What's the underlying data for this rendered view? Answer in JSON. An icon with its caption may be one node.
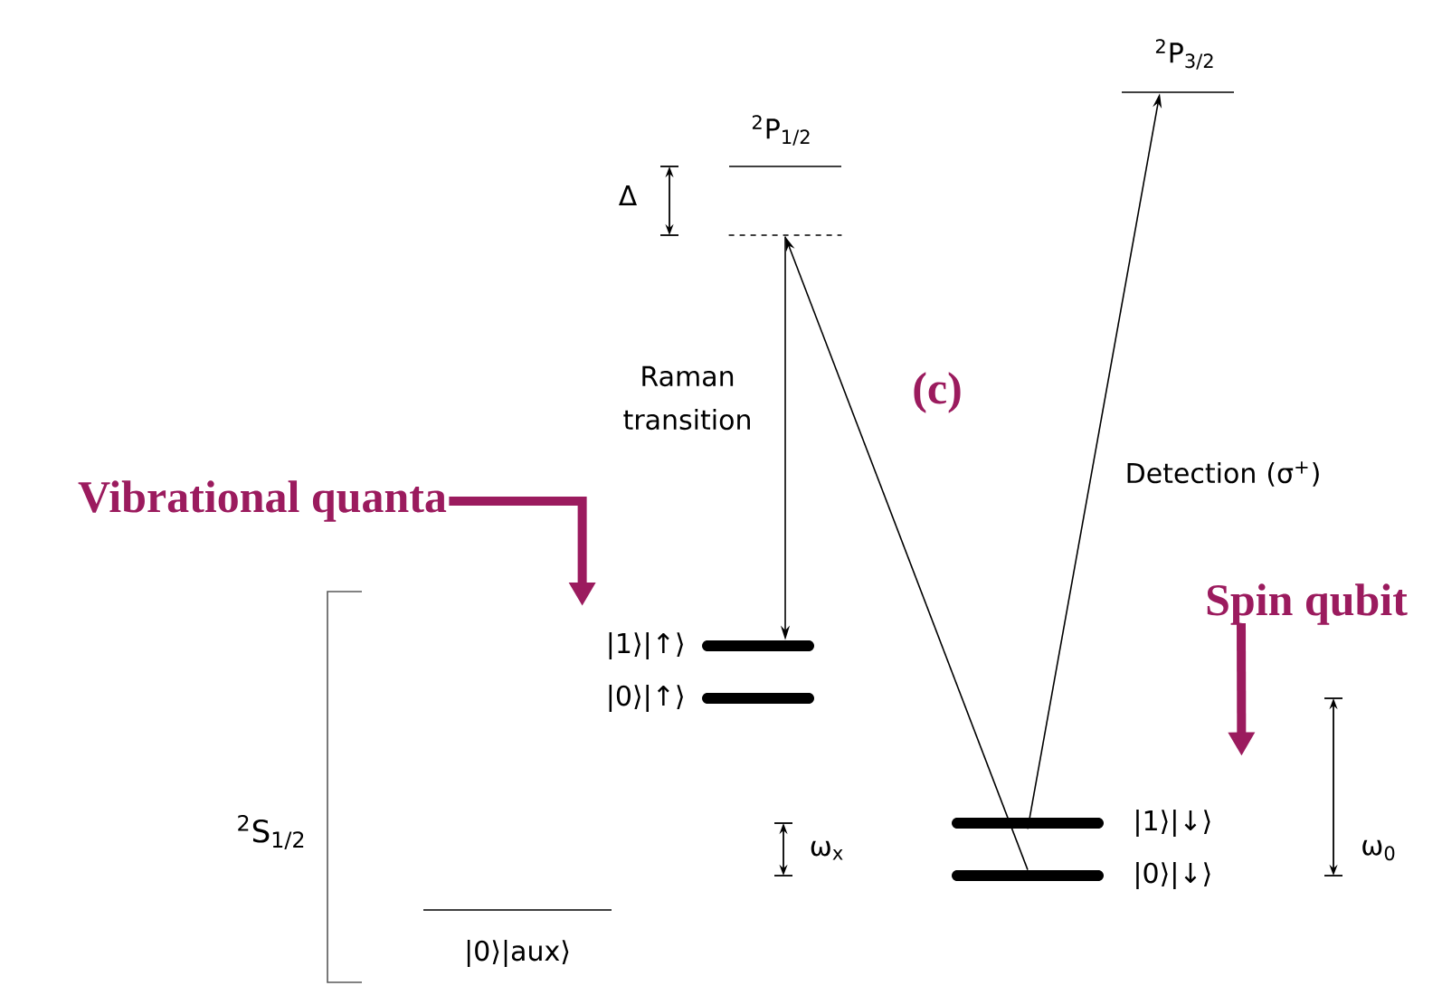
{
  "diagram": {
    "nodes": [
      {
        "text": [],
        "shape": "bar",
        "beside": [
          "$^{2}$P$_{3/2}$"
        ]
      },
      {
        "text": [],
        "shape": "bar",
        "beside": [
          "$^{2}$P$_{1/2}$"
        ]
      },
      {
        "text": [],
        "shape": "bar"
      },
      {
        "text": [],
        "shape": "bar",
        "beside": [
          "|1⟩|↑⟩"
        ]
      },
      {
        "text": [],
        "shape": "bar",
        "beside": [
          "|0⟩|↑⟩"
        ]
      },
      {
        "text": [],
        "shape": "bar",
        "beside": [
          "|1⟩|↓⟩"
        ]
      },
      {
        "text": [],
        "shape": "bar",
        "beside": [
          "|0⟩|↓⟩"
        ]
      },
      {
        "text": [],
        "shape": "bar",
        "beside": [
          "|0⟩|aux⟩"
        ]
      },
      {
        "text": [
          "Vibrational quanta"
        ]
      },
      {
        "text": [
          "Spin qubit"
        ]
      }
    ],
    "edges": [
      {
        "from": 2,
        "to": 3,
        "arrow": "to",
        "label": "Raman transition"
      },
      {
        "from": 6,
        "to": 2,
        "arrow": "to"
      },
      {
        "from": 5,
        "to": 0,
        "arrow": "to",
        "label": "Detection (σ$^{+}$)"
      },
      {
        "from": 8,
        "to": 3,
        "arrow": "to",
        "style": "thick",
        "color": "#9b1b5e"
      },
      {
        "from": 9,
        "to": 5,
        "arrow": "to",
        "style": "thick",
        "color": "#9b1b5e"
      }
    ],
    "labels": [
      "Δ",
      "(c)",
      "$^{2}$S$_{1/2}$",
      "ω$_{x}$",
      "ω$_{0}$"
    ]
  }
}
